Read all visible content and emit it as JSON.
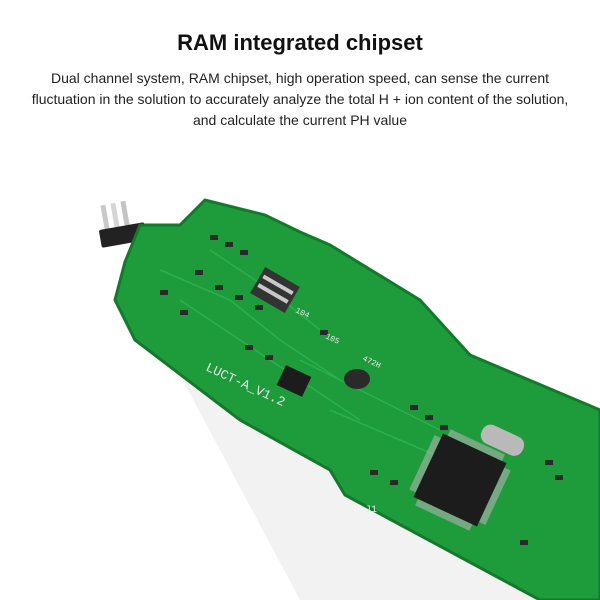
{
  "headline": "RAM integrated chipset",
  "description": "Dual channel system, RAM chipset, high operation speed, can sense the current fluctuation in the solution to accurately analyze the total H + ion content of the solution, and calculate the current PH value",
  "board": {
    "silkscreen_label": "LUCT-A_V1.2",
    "connector_label": "J1",
    "component_labels": [
      "104",
      "105",
      "472H"
    ],
    "colors": {
      "pcb": "#1e9c3c",
      "pcb_edge": "#137a2c",
      "chip": "#1c1c1c",
      "crystal": "#b9b9b9"
    }
  }
}
